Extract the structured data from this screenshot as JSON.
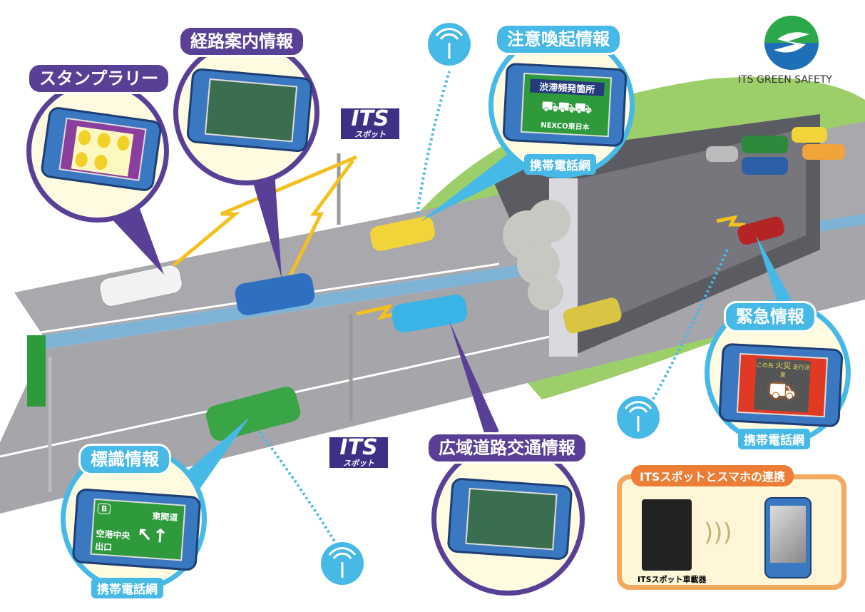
{
  "logo": {
    "text": "ITS GREEN SAFETY",
    "colors": {
      "green": "#2aa84a",
      "blue": "#1f6fb8"
    }
  },
  "bubbles": {
    "stamp_rally": {
      "title": "スタンプラリー"
    },
    "route_guidance": {
      "title": "経路案内情報"
    },
    "caution": {
      "title": "注意喚起情報",
      "screen_heading": "渋滞頻発箇所",
      "screen_footer": "NEXCO東日本",
      "network": "携帯電話網"
    },
    "emergency": {
      "title": "緊急情報",
      "screen_text_1": "この先",
      "screen_text_2": "火災",
      "screen_text_3": "走行注意",
      "network": "携帯電話網"
    },
    "sign": {
      "title": "標識情報",
      "route_badge": "B",
      "direction_1": "東関道",
      "direction_2": "空港中央",
      "direction_3": "出口",
      "network": "携帯電話網"
    },
    "wide_area": {
      "title": "広域道路交通情報"
    }
  },
  "its_spots": [
    {
      "big": "ITS",
      "small": "スポット"
    },
    {
      "big": "ITS",
      "small": "スポット"
    }
  ],
  "smartphone_link": {
    "title": "ITSスポットとスマホの連携",
    "device_label": "ITSスポット車載器"
  },
  "colors": {
    "purple": "#5a3f96",
    "blue": "#47b9e6",
    "orange": "#ec7d35"
  }
}
